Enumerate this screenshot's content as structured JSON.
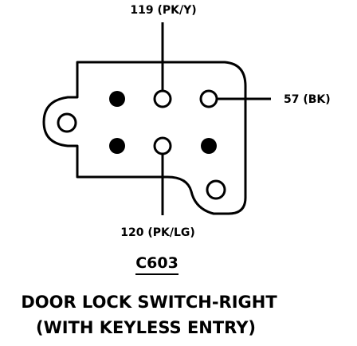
{
  "connector": {
    "id": "C603"
  },
  "wires": {
    "top": "119 (PK/Y)",
    "right": "57 (BK)",
    "bottom": "120 (PK/LG)"
  },
  "title": {
    "line1": "DOOR LOCK SWITCH-RIGHT",
    "line2": "(WITH KEYLESS ENTRY)"
  },
  "colors": {
    "ink": "#000000",
    "background": "#ffffff"
  }
}
